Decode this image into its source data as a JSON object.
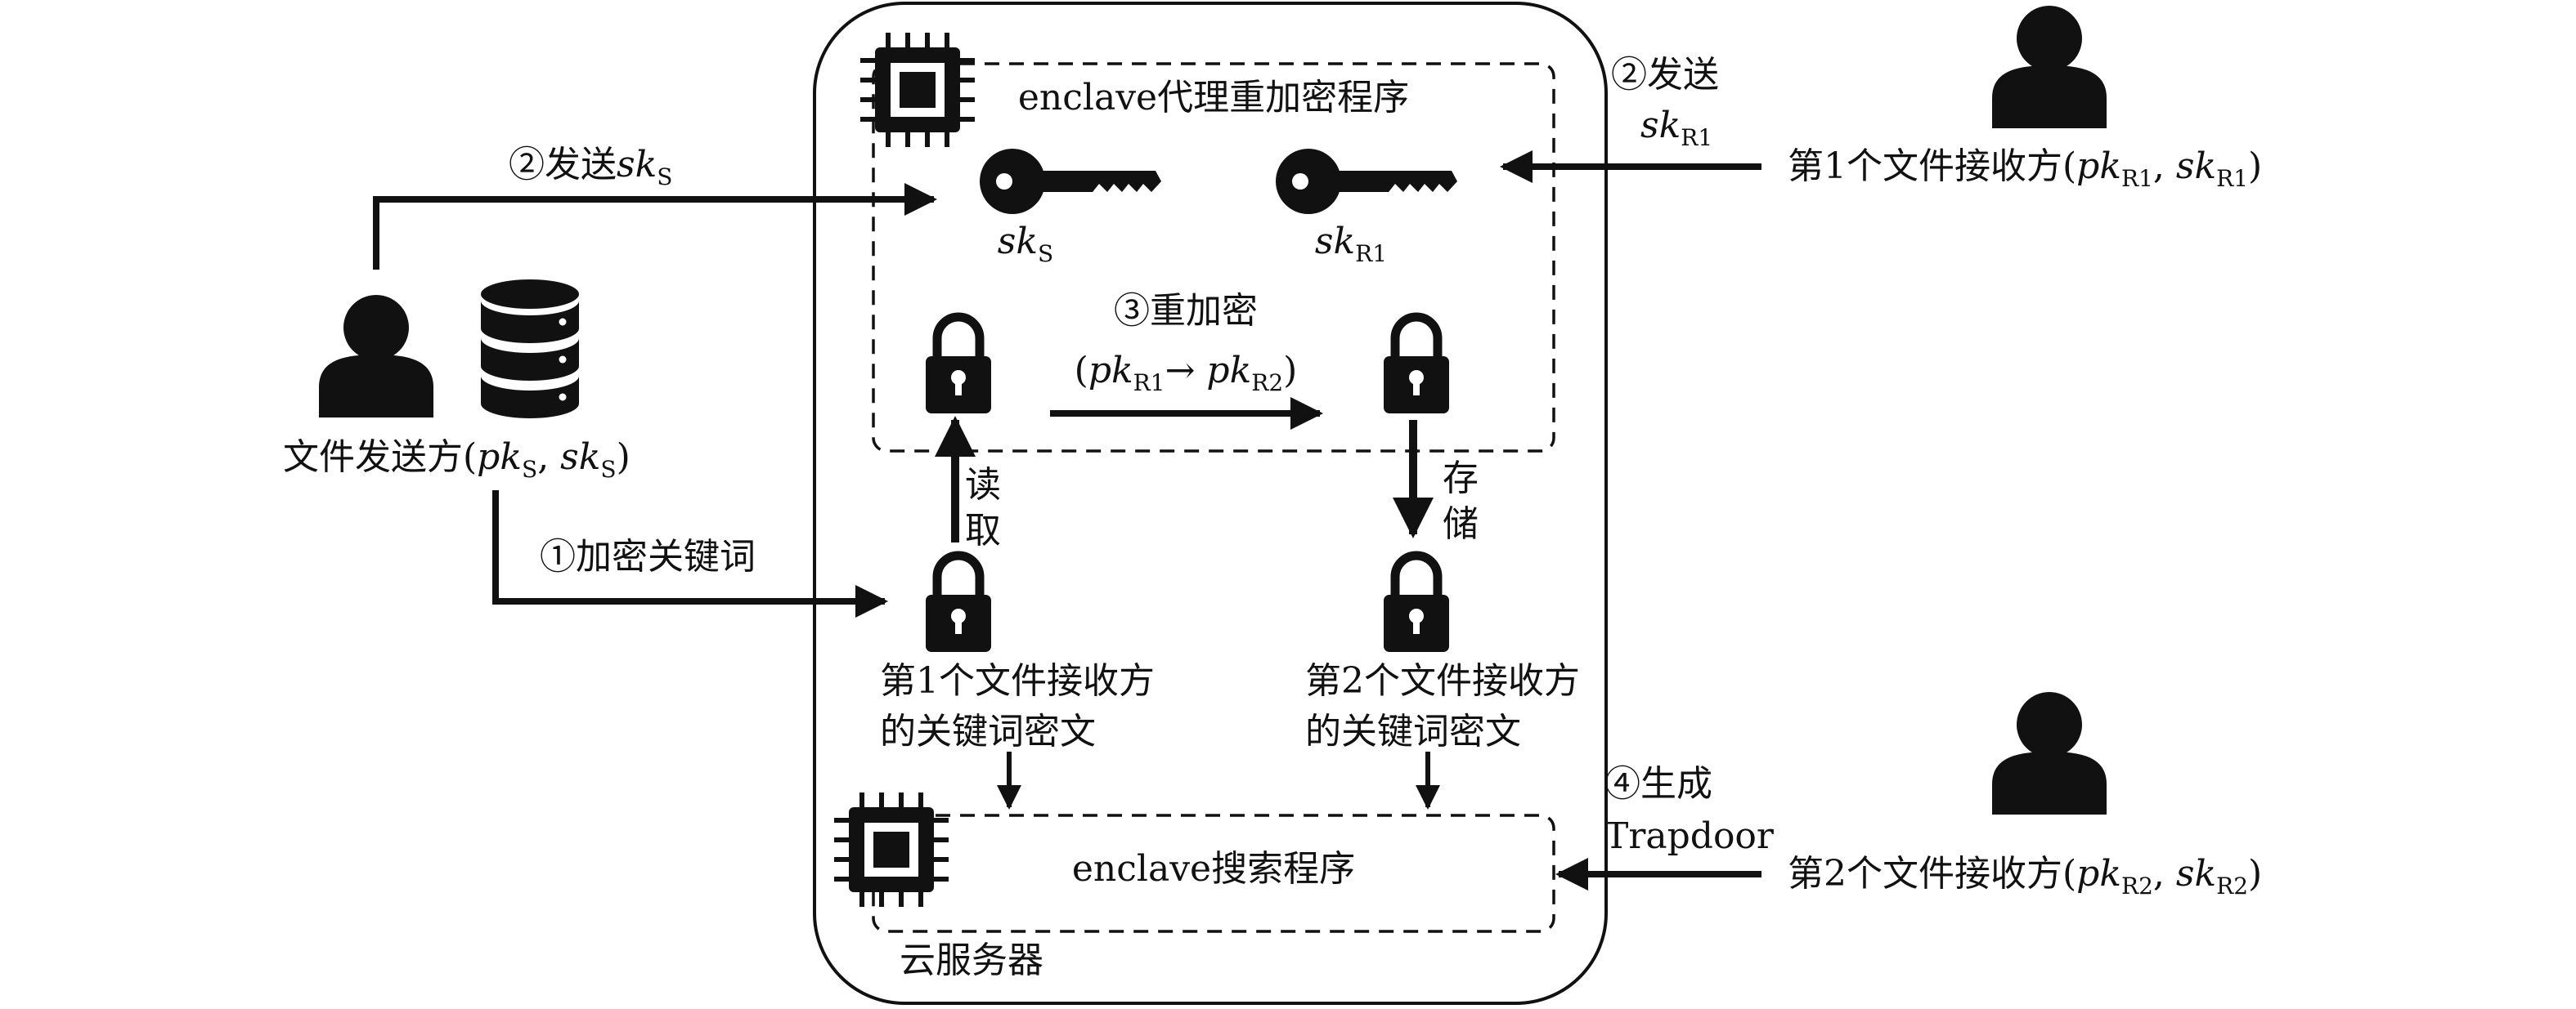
{
  "cloud_server": {
    "label": "云服务器"
  },
  "proxy_enclave": {
    "title": "enclave代理重加密程序"
  },
  "search_enclave": {
    "title": "enclave搜索程序"
  },
  "sender": {
    "name": "文件发送方",
    "key_open": "(",
    "pk": "pk",
    "pk_sub": "S",
    "comma": ", ",
    "sk": "sk",
    "sk_sub": "S",
    "key_close": ")"
  },
  "receiver1": {
    "name": "第1个文件接收方",
    "key_open": "(",
    "pk": "pk",
    "pk_sub": "R1",
    "comma": ", ",
    "sk": "sk",
    "sk_sub": "R1",
    "key_close": ")"
  },
  "receiver2": {
    "name": "第2个文件接收方",
    "key_open": "(",
    "pk": "pk",
    "pk_sub": "R2",
    "comma": ", ",
    "sk": "sk",
    "sk_sub": "R2",
    "key_close": ")"
  },
  "keys": {
    "sk_s": {
      "main": "sk",
      "sub": "S"
    },
    "sk_r1": {
      "main": "sk",
      "sub": "R1"
    }
  },
  "steps": {
    "step1": "①加密关键词",
    "step2_sender": {
      "prefix": "②发送",
      "main": "sk",
      "sub": "S"
    },
    "step2_receiver": {
      "prefix": "②发送",
      "main": "sk",
      "sub": "R1"
    },
    "step3": {
      "title": "③重加密",
      "open": "(",
      "from": "pk",
      "from_sub": "R1",
      "arrow": "→ ",
      "to": "pk",
      "to_sub": "R2",
      "close": ")"
    },
    "step4": {
      "line1": "④生成",
      "line2": "Trapdoor"
    }
  },
  "actions": {
    "read": [
      "读",
      "取"
    ],
    "store": [
      "存",
      "储"
    ]
  },
  "ciphertexts": {
    "c1": [
      "第1个文件接收方",
      "的关键词密文"
    ],
    "c2": [
      "第2个文件接收方",
      "的关键词密文"
    ]
  },
  "icons": {
    "chip": "chip-icon",
    "key": "key-icon",
    "lock": "lock-icon",
    "person": "person-icon",
    "database": "database-icon"
  },
  "colors": {
    "ink": "#111111",
    "background": "#ffffff"
  }
}
